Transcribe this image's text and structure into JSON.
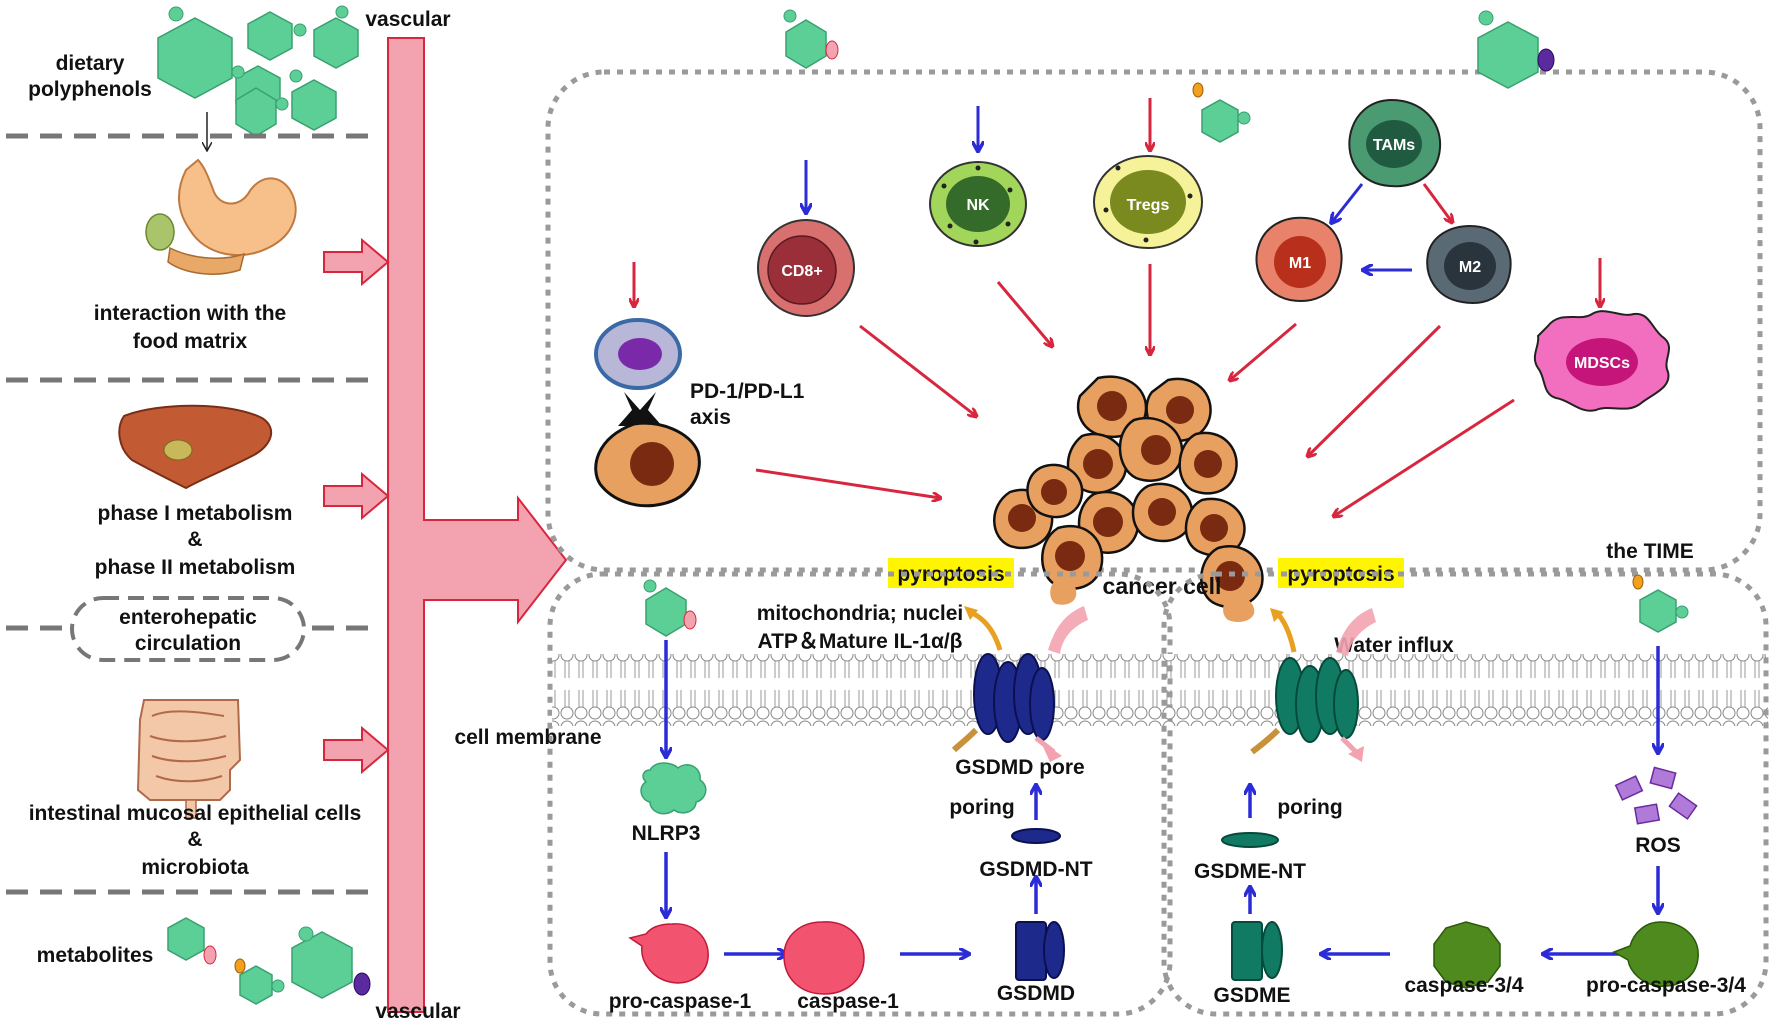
{
  "left_panel": {
    "dietary_line1": "dietary",
    "dietary_line2": "polyphenols",
    "food_matrix_line1": "interaction with the",
    "food_matrix_line2": "food matrix",
    "phase1": "phase I metabolism",
    "amp1": "&",
    "phase2": "phase II metabolism",
    "entero_line1": "enterohepatic",
    "entero_line2": "circulation",
    "intestinal": "intestinal mucosal epithelial cells",
    "amp2": "&",
    "microbiota": "microbiota",
    "metabolites": "metabolites",
    "vascular_top": "vascular",
    "vascular_bottom": "vascular"
  },
  "time_panel": {
    "cd8": "CD8+",
    "nk": "NK",
    "tregs": "Tregs",
    "tams": "TAMs",
    "m1": "M1",
    "m2": "M2",
    "mdscs": "MDSCs",
    "pd1_line1": "PD-1/PD-L1",
    "pd1_line2": "axis",
    "cancer_cell": "cancer cell",
    "the_time": "the TIME",
    "pyroptosis_left": "pyroptosis",
    "pyroptosis_right": "pyroptosis"
  },
  "gsdmd_panel": {
    "mito_line1": "mitochondria; nuclei",
    "mito_line2": "ATP＆Mature IL-1α/β",
    "cell_membrane": "cell membrane",
    "nlrp3": "NLRP3",
    "pro_caspase1": "pro-caspase-1",
    "caspase1": "caspase-1",
    "gsdmd": "GSDMD",
    "gsdmd_nt": "GSDMD-NT",
    "poring": "poring",
    "gsdmd_pore": "GSDMD pore"
  },
  "gsdme_panel": {
    "water_influx": "Water influx",
    "poring": "poring",
    "gsdme_nt": "GSDME-NT",
    "gsdme": "GSDME",
    "caspase34": "caspase-3/4",
    "pro_caspase34": "pro-caspase-3/4",
    "ros": "ROS"
  },
  "colors": {
    "polyphenol_green": "#5ccf96",
    "vascular_pink": "#f3a3b0",
    "arrow_red": "#d7263d",
    "arrow_blue": "#2b2bd8",
    "gsdmd_navy": "#1d2a8c",
    "gsdme_teal": "#117a63",
    "highlight_yellow": "#fff500"
  }
}
